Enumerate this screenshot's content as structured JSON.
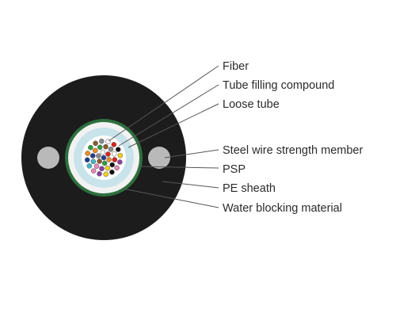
{
  "labels": {
    "fiber": "Fiber",
    "tube_filling_compound": "Tube filling compound",
    "loose_tube": "Loose tube",
    "steel_wire_strength_member": "Steel wire strength member",
    "psp": "PSP",
    "pe_sheath": "PE sheath",
    "water_blocking_material": "Water blocking material"
  },
  "colors": {
    "sheath": "#1c1c1c",
    "steel_wire": "#b9b9b9",
    "psp": "#2e6f3e",
    "water_blocking": "#f2f2f2",
    "loose_tube": "#c8e3ea",
    "fiber_area": "#ffffff",
    "leader_line": "#555555"
  },
  "fiber_colors": [
    "#1f3c8f",
    "#f08a24",
    "#2e9e3e",
    "#8a5a2b",
    "#8c8c8c",
    "#ffffff",
    "#d9241c",
    "#111111",
    "#f2d21b",
    "#8d3fa0",
    "#e887b8",
    "#3fb8c8"
  ]
}
